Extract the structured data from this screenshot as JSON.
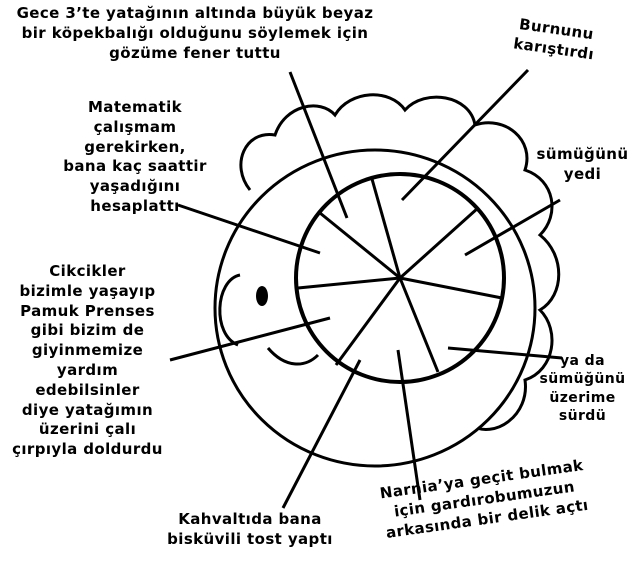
{
  "labels": [
    "Gece 3’te yatağının altında büyük beyaz\nbir köpekbalığı olduğunu söylemek için\ngözüme fener tuttu",
    "Burnunu\nkarıştırdı",
    "sümüğünü\nyedi",
    "Matematik\nçalışmam\ngerekirken,\nbana kaç saattir\nyaşadığını\nhesaplattı",
    "Cikcikler\nbizimle yaşayıp\nPamuk Prenses\ngibi bizim de\ngiyinmemize\nyardım\nedebilsinler\ndiye yatağımın\nüzerini çalı\nçırpıyla doldurdu",
    "ya da\nsümüğünü\nüzerime\nsürdü",
    "Narnia’ya geçit bulmak\niçin gardırobumuzun\narkasında bir delik açtı",
    "Kahvaltıda bana\nbisküvili tost yaptı"
  ]
}
